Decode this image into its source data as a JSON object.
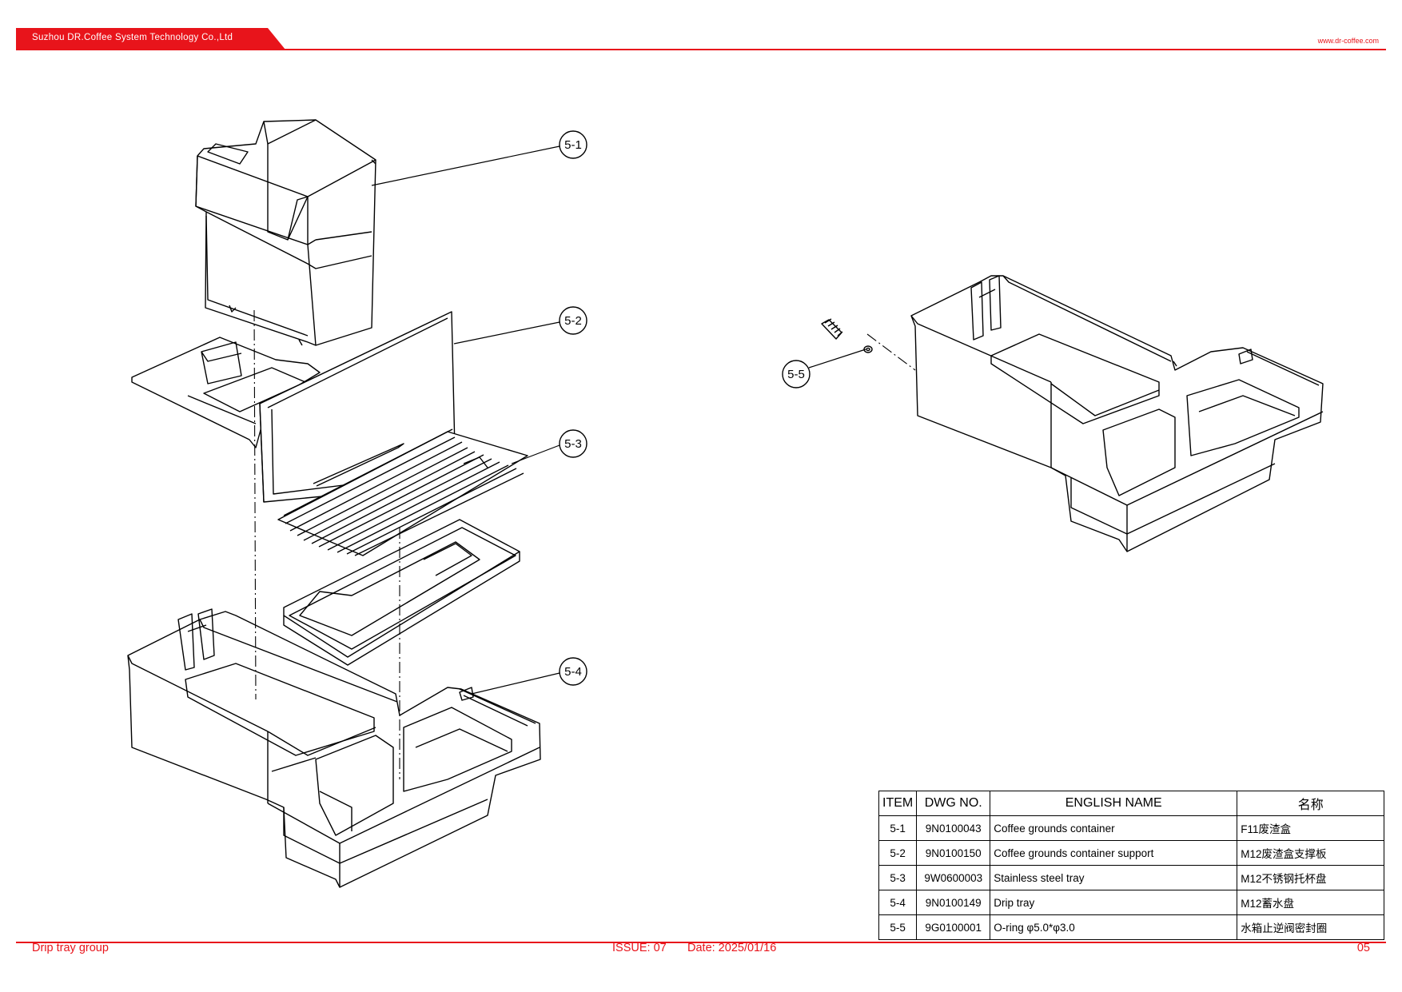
{
  "header": {
    "company": "Suzhou DR.Coffee System Technology Co.,Ltd",
    "url": "www.dr-coffee.com"
  },
  "callouts": [
    "5-1",
    "5-2",
    "5-3",
    "5-4",
    "5-5"
  ],
  "bom": {
    "headers": [
      "ITEM",
      "DWG NO.",
      "ENGLISH NAME",
      "名称"
    ],
    "rows": [
      {
        "item": "5-1",
        "dwg": "9N0100043",
        "english": "Coffee grounds container",
        "chinese": "F11废渣盒"
      },
      {
        "item": "5-2",
        "dwg": "9N0100150",
        "english": "Coffee grounds container support",
        "chinese": "M12废渣盒支撑板"
      },
      {
        "item": "5-3",
        "dwg": "9W0600003",
        "english": "Stainless steel tray",
        "chinese": "M12不锈钢托杯盘"
      },
      {
        "item": "5-4",
        "dwg": "9N0100149",
        "english": "Drip tray",
        "chinese": "M12蓄水盘"
      },
      {
        "item": "5-5",
        "dwg": "9G0100001",
        "english": "O-ring φ5.0*φ3.0",
        "chinese": "水箱止逆阀密封圈"
      }
    ]
  },
  "footer": {
    "title": "Drip tray group",
    "issue": "ISSUE:  07",
    "date": "Date:  2025/01/16",
    "page": "05"
  },
  "colors": {
    "accent": "#e8141b",
    "line": "#000000"
  }
}
